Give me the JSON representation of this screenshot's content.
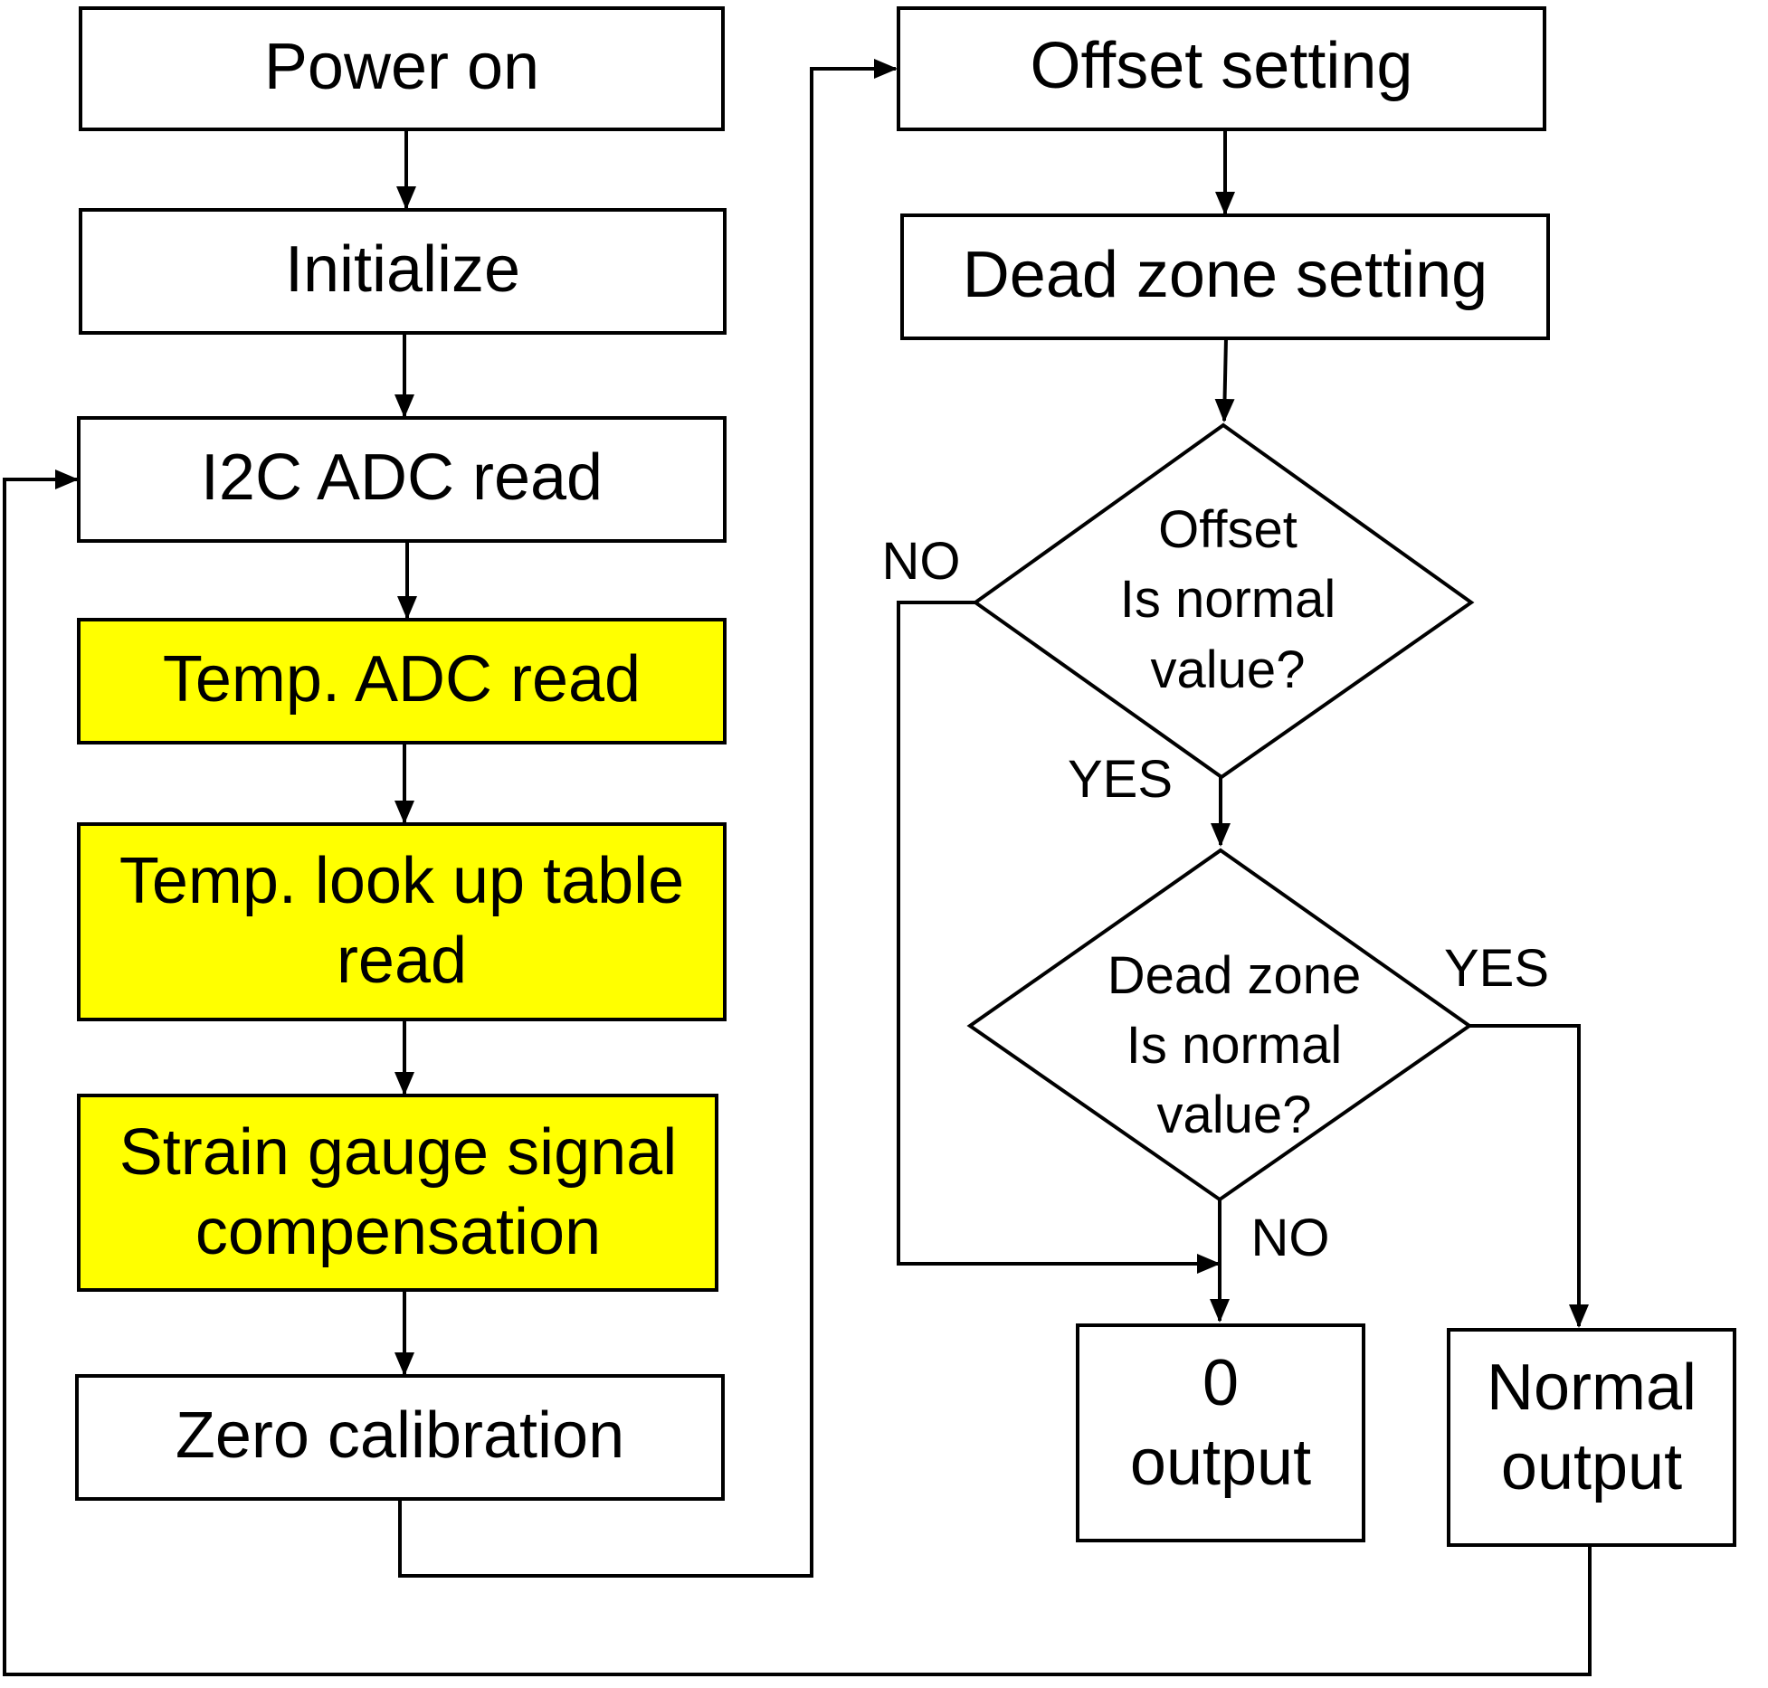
{
  "colors": {
    "highlight": "#ffff00",
    "box": "#ffffff",
    "stroke": "#000000"
  },
  "left_column": {
    "power_on": "Power on",
    "initialize": "Initialize",
    "i2c_adc_read": "I2C ADC read",
    "temp_adc_read": "Temp. ADC read",
    "temp_lut_line1": "Temp. look up table",
    "temp_lut_line2": "read",
    "strain_line1": "Strain gauge signal",
    "strain_line2": "compensation",
    "zero_calibration": "Zero calibration"
  },
  "right_column": {
    "offset_setting": "Offset setting",
    "dead_zone_setting": "Dead zone setting",
    "offset_decision_line1": "Offset",
    "offset_decision_line2": "Is normal",
    "offset_decision_line3": "value?",
    "deadzone_decision_line1": "Dead zone",
    "deadzone_decision_line2": "Is normal",
    "deadzone_decision_line3": "value?",
    "zero_output_line1": "0",
    "zero_output_line2": "output",
    "normal_output_line1": "Normal",
    "normal_output_line2": "output"
  },
  "branch_labels": {
    "offset_no": "NO",
    "offset_yes": "YES",
    "deadzone_yes": "YES",
    "deadzone_no": "NO"
  }
}
